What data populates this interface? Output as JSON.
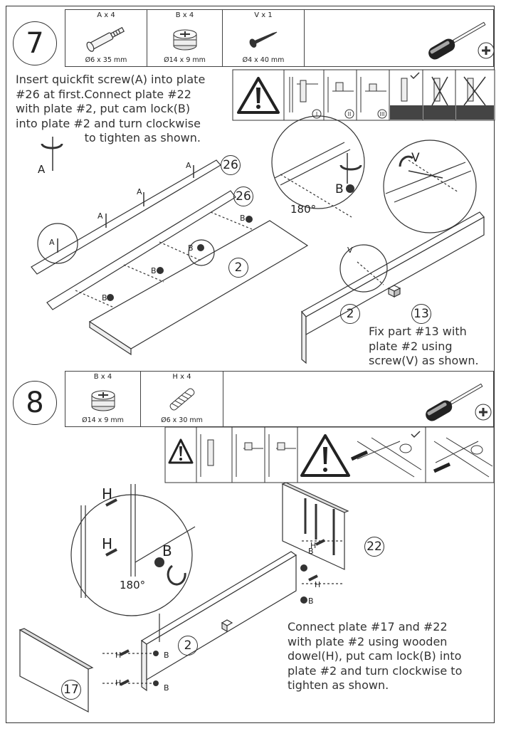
{
  "step7": {
    "number": "7",
    "parts": [
      {
        "qty": "A  x 4",
        "dim": "Ø6 x 35 mm",
        "icon": "quickfit-screw-icon"
      },
      {
        "qty": "B x 4",
        "dim": "Ø14 x 9 mm",
        "icon": "cam-lock-icon"
      },
      {
        "qty": "V x 1",
        "dim": "Ø4 x 40 mm",
        "icon": "wood-screw-icon"
      }
    ],
    "tool_icon": "screwdriver-icon",
    "instruction": "Insert quickfit screw(A) into plate\n#26 at first.Connect plate #22\nwith plate #2, put cam lock(B)\ninto plate #2 and turn clockwise\n                   to tighten as shown.",
    "warning_steps": [
      "I",
      "II",
      "III"
    ],
    "labels": {
      "A": "A",
      "B": "B",
      "V": "V",
      "deg": "180°",
      "p26a": "26",
      "p26b": "26",
      "p2a": "2",
      "p2b": "2",
      "p13": "13"
    },
    "note": "Fix part #13 with\nplate #2 using\nscrew(V) as shown."
  },
  "step8": {
    "number": "8",
    "parts": [
      {
        "qty": "B x 4",
        "dim": "Ø14 x 9 mm",
        "icon": "cam-lock-icon"
      },
      {
        "qty": "H x 4",
        "dim": "Ø6 x 30 mm",
        "icon": "wooden-dowel-icon"
      }
    ],
    "tool_icon": "screwdriver-icon",
    "labels": {
      "H": "H",
      "B": "B",
      "deg": "180°",
      "p22": "22",
      "p2": "2",
      "p17": "17"
    },
    "instruction": "Connect plate #17 and #22\nwith plate #2 using wooden\ndowel(H), put cam lock(B) into\nplate #2 and turn clockwise to\ntighten as shown."
  }
}
